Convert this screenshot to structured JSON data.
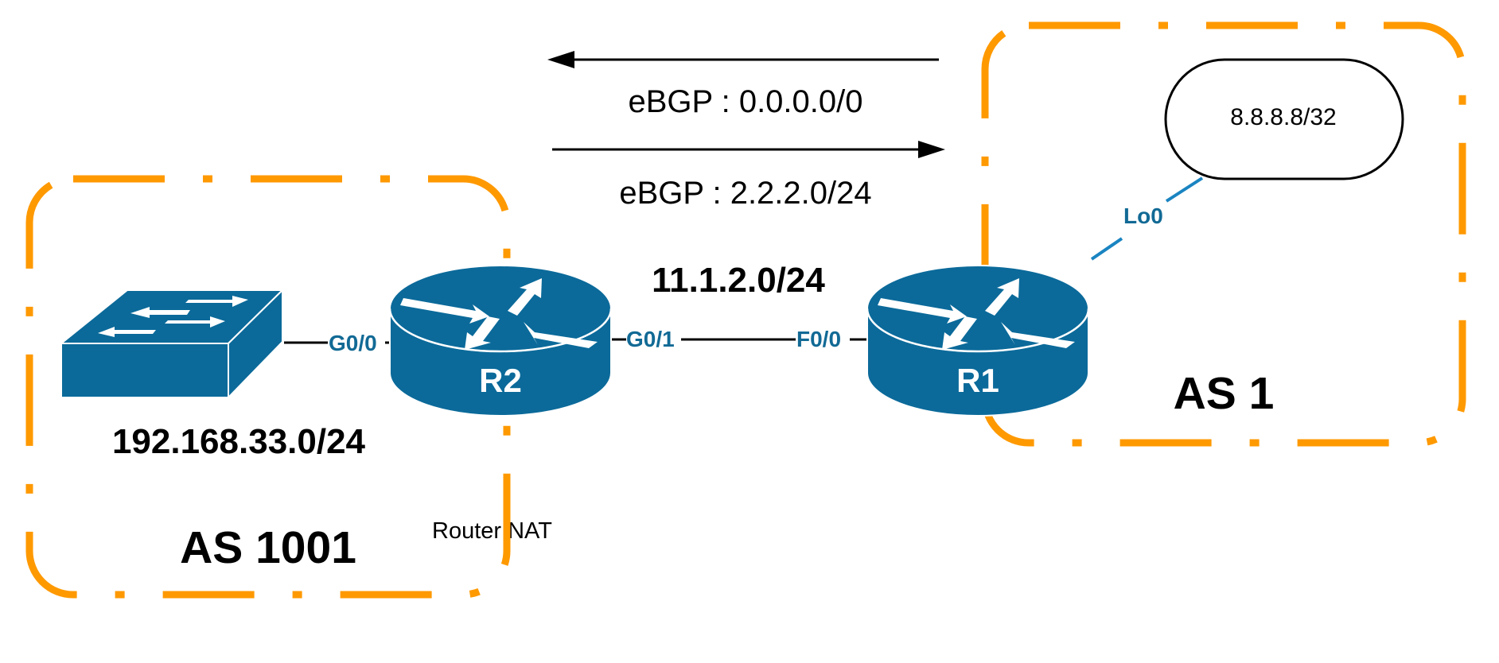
{
  "diagram": {
    "type": "network-topology",
    "colors": {
      "as_border": "#ff9900",
      "device_fill": "#0b6a9a",
      "interface_label": "#126a95",
      "loopback_link": "#1a84c1",
      "text": "#000000"
    },
    "autonomous_systems": [
      {
        "id": "as1001",
        "label": "AS 1001"
      },
      {
        "id": "as1",
        "label": "AS 1"
      }
    ],
    "devices": {
      "switch": {
        "label": "",
        "network": "192.168.33.0/24"
      },
      "r2": {
        "label": "R2",
        "note": "Router NAT"
      },
      "r1": {
        "label": "R1"
      }
    },
    "links": [
      {
        "from": "switch",
        "to": "r2",
        "to_interface": "G0/0"
      },
      {
        "from": "r2",
        "to": "r1",
        "from_interface": "G0/1",
        "to_interface": "F0/0",
        "network": "11.1.2.0/24"
      },
      {
        "from": "r1",
        "to": "loopback",
        "from_interface": "Lo0"
      }
    ],
    "loopback": {
      "prefix": "8.8.8.8/32"
    },
    "bgp_advertisements": [
      {
        "direction": "AS 1 → AS 1001",
        "label": "eBGP : 0.0.0.0/0"
      },
      {
        "direction": "AS 1001 → AS 1",
        "label": "eBGP : 2.2.2.0/24"
      }
    ]
  }
}
